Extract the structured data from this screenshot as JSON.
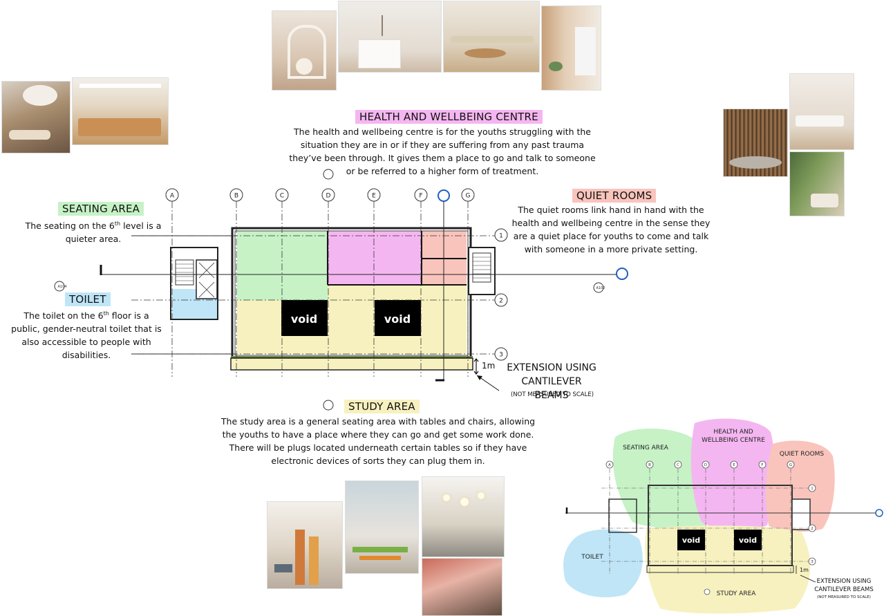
{
  "sections": {
    "health": {
      "title": "HEALTH AND WELLBEING CENTRE",
      "lines": [
        "The health and wellbeing centre is for the youths struggling with the",
        "situation they are in or if they are suffering from any past trauma",
        "they’ve been through. It gives them a place to go and talk to someone",
        "or be referred to a higher form of treatment."
      ],
      "color": "#f4b6f0"
    },
    "seating": {
      "title": "SEATING AREA",
      "line1_pre": "The seating on the 6",
      "line1_sup": "th",
      "line1_post": " level is a",
      "line2": "quieter area.",
      "color": "#c6f2c6"
    },
    "toilet": {
      "title": "TOILET",
      "line1_pre": "The toilet on the 6",
      "line1_sup": "th",
      "line1_post": " floor is a",
      "lines": [
        "public, gender-neutral toilet that is",
        "also accessible to people with",
        "disabilities."
      ],
      "color": "#bfe5f7"
    },
    "quiet": {
      "title": "QUIET ROOMS",
      "lines": [
        "The quiet rooms link hand in hand with the",
        "health and wellbeing centre in the sense they",
        "are a quiet place for youths to come and talk",
        "with someone in a more private setting."
      ],
      "color": "#f9c4bc"
    },
    "study": {
      "title": "STUDY AREA",
      "lines": [
        "The study area is a general seating area with tables and chairs, allowing",
        "the youths to have a place where they can go and get some work done.",
        "There will be plugs located underneath certain tables so if they have",
        "electronic devices of sorts they can plug them in."
      ],
      "color": "#f7f1bf"
    }
  },
  "extension": {
    "title_line1": "EXTENSION USING",
    "title_line2": "CANTILEVER BEAMS",
    "note": "(NOT MEASURED TO SCALE)",
    "dimension": "1m"
  },
  "plan": {
    "grid_columns": [
      "A",
      "B",
      "C",
      "D",
      "E",
      "F",
      "G"
    ],
    "grid_rows": [
      "1",
      "2",
      "3"
    ],
    "void_label": "void",
    "section_mark": "A104",
    "section_mark_2": "A102"
  },
  "mini_plan": {
    "labels": {
      "seating": "SEATING AREA",
      "health_line1": "HEALTH AND",
      "health_line2": "WELLBEING CENTRE",
      "quiet": "QUIET ROOMS",
      "toilet": "TOILET",
      "study": "STUDY AREA",
      "void": "void",
      "dimension": "1m",
      "ext_line1": "EXTENSION USING",
      "ext_line2": "CANTILEVER BEAMS",
      "ext_note": "(NOT MEASURED TO SCALE)"
    },
    "grid_columns": [
      "A",
      "B",
      "C",
      "D",
      "E",
      "F",
      "G"
    ],
    "grid_rows": [
      "1",
      "2",
      "3"
    ]
  },
  "colors": {
    "seating": "#c6f2c6",
    "health": "#f4b6f0",
    "quiet": "#f9c4bc",
    "toilet": "#bfe5f7",
    "study": "#f7f1bf",
    "void": "#000000"
  }
}
